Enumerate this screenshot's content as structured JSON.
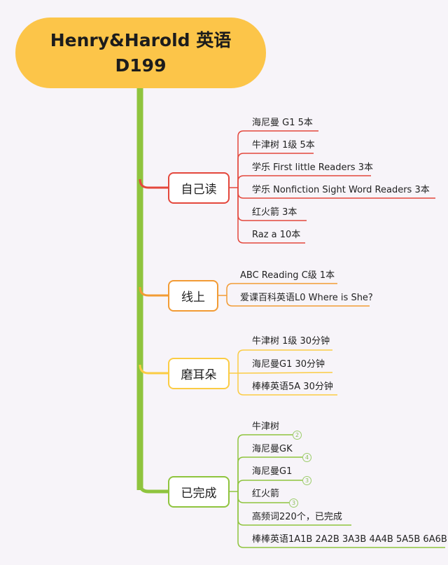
{
  "root": {
    "line1": "Henry&Harold 英语",
    "line2": "D199"
  },
  "colors": {
    "trunk": "#8fc43e",
    "red": "#e4473c",
    "orange": "#f29b34",
    "yellow": "#fbcc44",
    "green": "#8fc43e"
  },
  "branches": [
    {
      "label": "自己读",
      "color": "#e4473c",
      "leaves": [
        "海尼曼 G1 5本",
        "牛津树 1级 5本",
        "学乐 First little Readers   3本",
        "学乐 Nonfiction  Sight Word  Readers   3本",
        "红火箭   3本",
        "Raz a    10本"
      ]
    },
    {
      "label": "线上",
      "color": "#f29b34",
      "leaves": [
        "ABC Reading C级 1本",
        "爱课百科英语L0 Where is She?"
      ]
    },
    {
      "label": "磨耳朵",
      "color": "#fbcc44",
      "leaves": [
        "牛津树 1级 30分钟",
        "海尼曼G1 30分钟",
        "棒棒英语5A 30分钟"
      ]
    },
    {
      "label": "已完成",
      "color": "#8fc43e",
      "leaves": [
        "牛津树",
        "海尼曼GK",
        "海尼曼G1",
        "红火箭",
        "高频词220个，已完成",
        "棒棒英语1A1B  2A2B  3A3B  4A4B 5A5B 6A6B"
      ],
      "badges": [
        "2",
        "4",
        "3",
        "3"
      ]
    }
  ]
}
